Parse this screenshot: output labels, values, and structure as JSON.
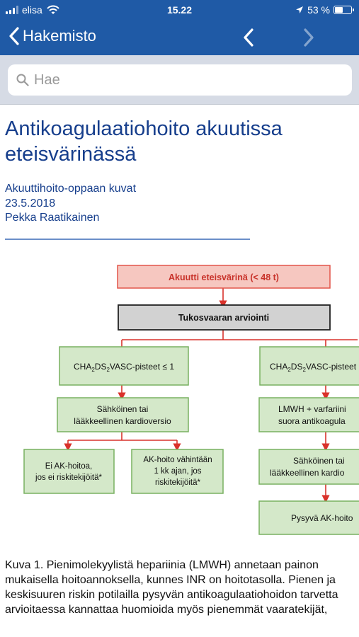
{
  "status_bar": {
    "carrier": "elisa",
    "time": "15.22",
    "battery_percent": "53 %",
    "battery_level": 0.53
  },
  "nav": {
    "back_label": "Hakemisto",
    "prev_icon": "chevron-left-icon",
    "next_icon": "chevron-right-icon"
  },
  "search": {
    "placeholder": "Hae",
    "value": ""
  },
  "article": {
    "title": "Antikoagulaatiohoito akuutissa eteisvärinässä",
    "source": "Akuuttihoito-oppaan kuvat",
    "date": "23.5.2018",
    "author": "Pekka Raatikainen"
  },
  "flowchart": {
    "top": "Akuutti eteisvärinä (< 48 t)",
    "assess": "Tukosvaaran arviointi",
    "left_score": {
      "pre": "CHA",
      "s1": "2",
      "mid": "DS",
      "s2": "2",
      "post": "VASC-pisteet ≤ 1"
    },
    "right_score": {
      "pre": "CHA",
      "s1": "2",
      "mid": "DS",
      "s2": "2",
      "post": "VASC-pisteet"
    },
    "left_conv_1": "Sähköinen tai",
    "left_conv_2": "lääkkeellinen kardioversio",
    "no_ak_1": "Ei AK-hoitoa,",
    "no_ak_2": "jos ei riskitekijöitä*",
    "ak_min_1": "AK-hoito vähintään",
    "ak_min_2": "1 kk ajan, jos",
    "ak_min_3": "riskitekijöitä*",
    "lmwh_1": "LMWH + varfariini",
    "lmwh_2": "suora antikoagula",
    "right_conv_1": "Sähköinen tai",
    "right_conv_2": "lääkkeellinen kardio",
    "permanent": "Pysyvä AK-hoito"
  },
  "caption": "Kuva 1. Pienimolekyylistä hepariinia (LMWH) annetaan painon mukaisella hoitoannoksella, kunnes INR on hoitotasolla. Pienen ja keskisuuren riskin potilailla pysyvän antikoagulaatiohoidon tarvetta arvioitaessa kannattaa huomioida myös pienemmät vaaratekijät,",
  "colors": {
    "nav_blue": "#1f5aa6",
    "title_blue": "#163e8c",
    "box_red_fill": "#f6c7c0",
    "box_red_border": "#e2554a",
    "box_red_text": "#c8322a",
    "box_green_fill": "#d4e8c9",
    "box_green_border": "#78b160",
    "box_gray_fill": "#d2d2d2",
    "arrow_red": "#d9322b"
  }
}
